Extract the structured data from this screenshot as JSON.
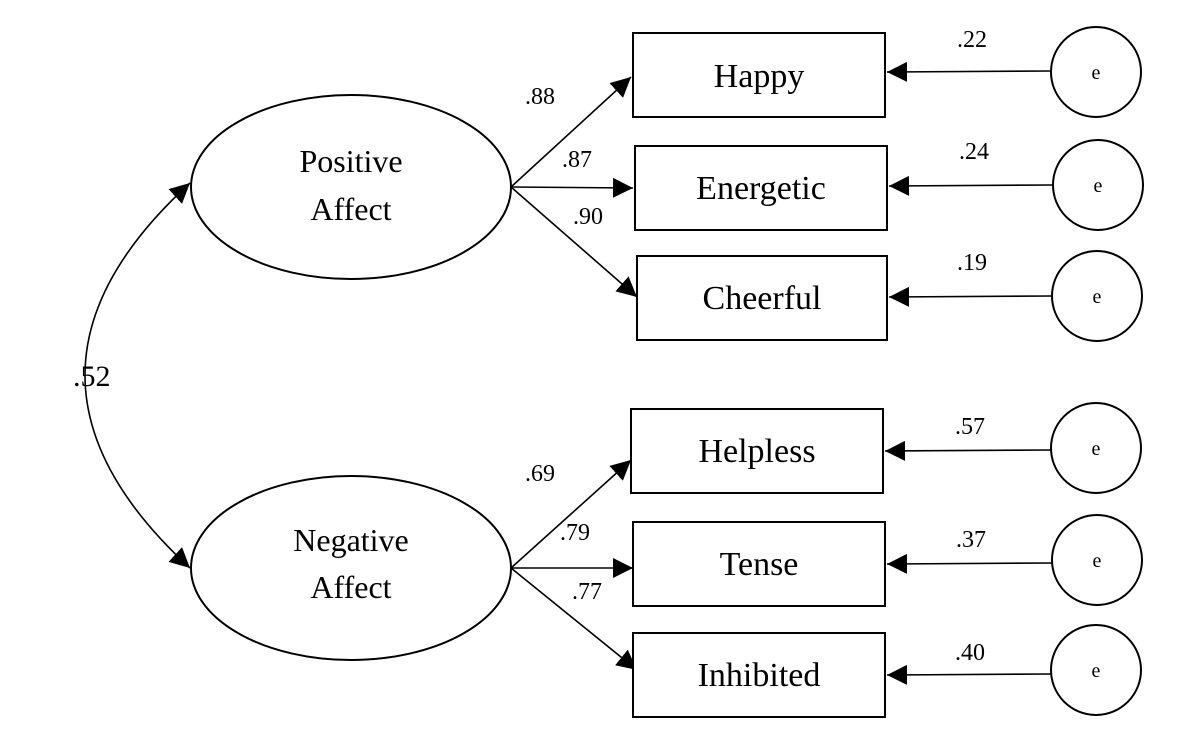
{
  "latents": [
    {
      "id": "pa",
      "lines": [
        "Positive",
        "Affect"
      ]
    },
    {
      "id": "na",
      "lines": [
        "Negative",
        "Affect"
      ]
    }
  ],
  "indicators": [
    {
      "label": "Happy",
      "loading": ".88",
      "error_variance": ".22"
    },
    {
      "label": "Energetic",
      "loading": ".87",
      "error_variance": ".24"
    },
    {
      "label": "Cheerful",
      "loading": ".90",
      "error_variance": ".19"
    },
    {
      "label": "Helpless",
      "loading": ".69",
      "error_variance": ".57"
    },
    {
      "label": "Tense",
      "loading": ".79",
      "error_variance": ".37"
    },
    {
      "label": "Inhibited",
      "loading": ".77",
      "error_variance": ".40"
    }
  ],
  "error_label": "e",
  "correlation": ".52"
}
